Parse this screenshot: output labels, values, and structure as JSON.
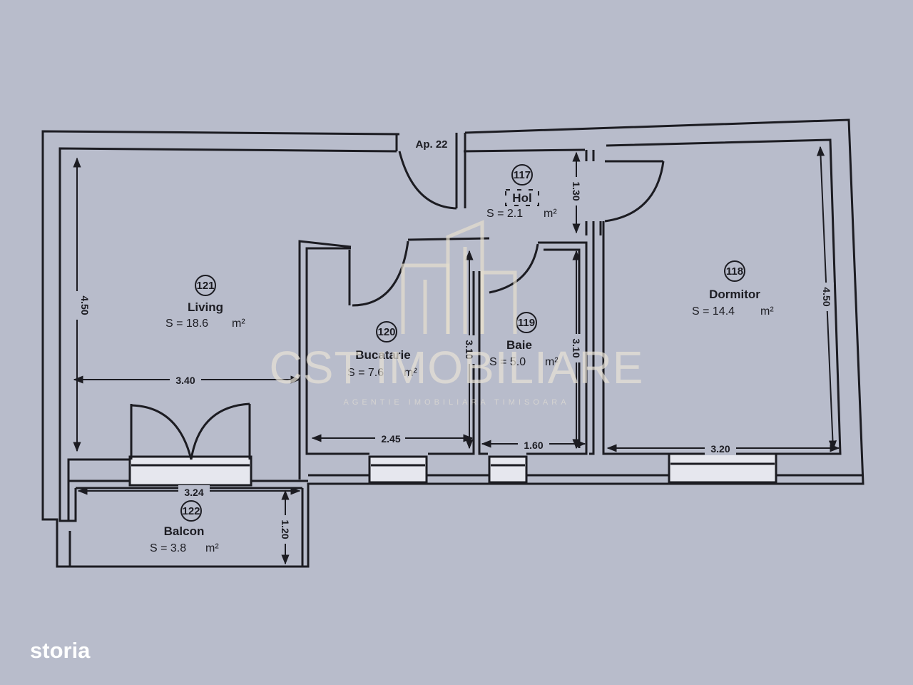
{
  "apartment": {
    "label": "Ap. 22"
  },
  "rooms": [
    {
      "id": "117",
      "name": "Hol",
      "area": "S = 2.1",
      "unit": "m²"
    },
    {
      "id": "118",
      "name": "Dormitor",
      "area": "S = 14.4",
      "unit": "m²"
    },
    {
      "id": "119",
      "name": "Baie",
      "area": "S = 5.0",
      "unit": "m²"
    },
    {
      "id": "120",
      "name": "Bucatarie",
      "area": "S = 7.6",
      "unit": "m²"
    },
    {
      "id": "121",
      "name": "Living",
      "area": "S = 18.6",
      "unit": "m²"
    },
    {
      "id": "122",
      "name": "Balcon",
      "area": "S = 3.8",
      "unit": "m²"
    }
  ],
  "dimensions": {
    "living_height": "4.50",
    "living_width": "3.40",
    "kitchen_width": "2.45",
    "kitchen_height": "3.10",
    "bath_width": "1.60",
    "bath_height": "3.10",
    "hall_height": "1.30",
    "bedroom_width": "3.20",
    "bedroom_height": "4.50",
    "balcony_width": "3.24",
    "balcony_height": "1.20"
  },
  "watermark": {
    "name": "CST IMOBILIARE",
    "tagline": "AGENTIE IMOBILIARA TIMISOARA"
  },
  "brand": {
    "logo": "storia"
  }
}
